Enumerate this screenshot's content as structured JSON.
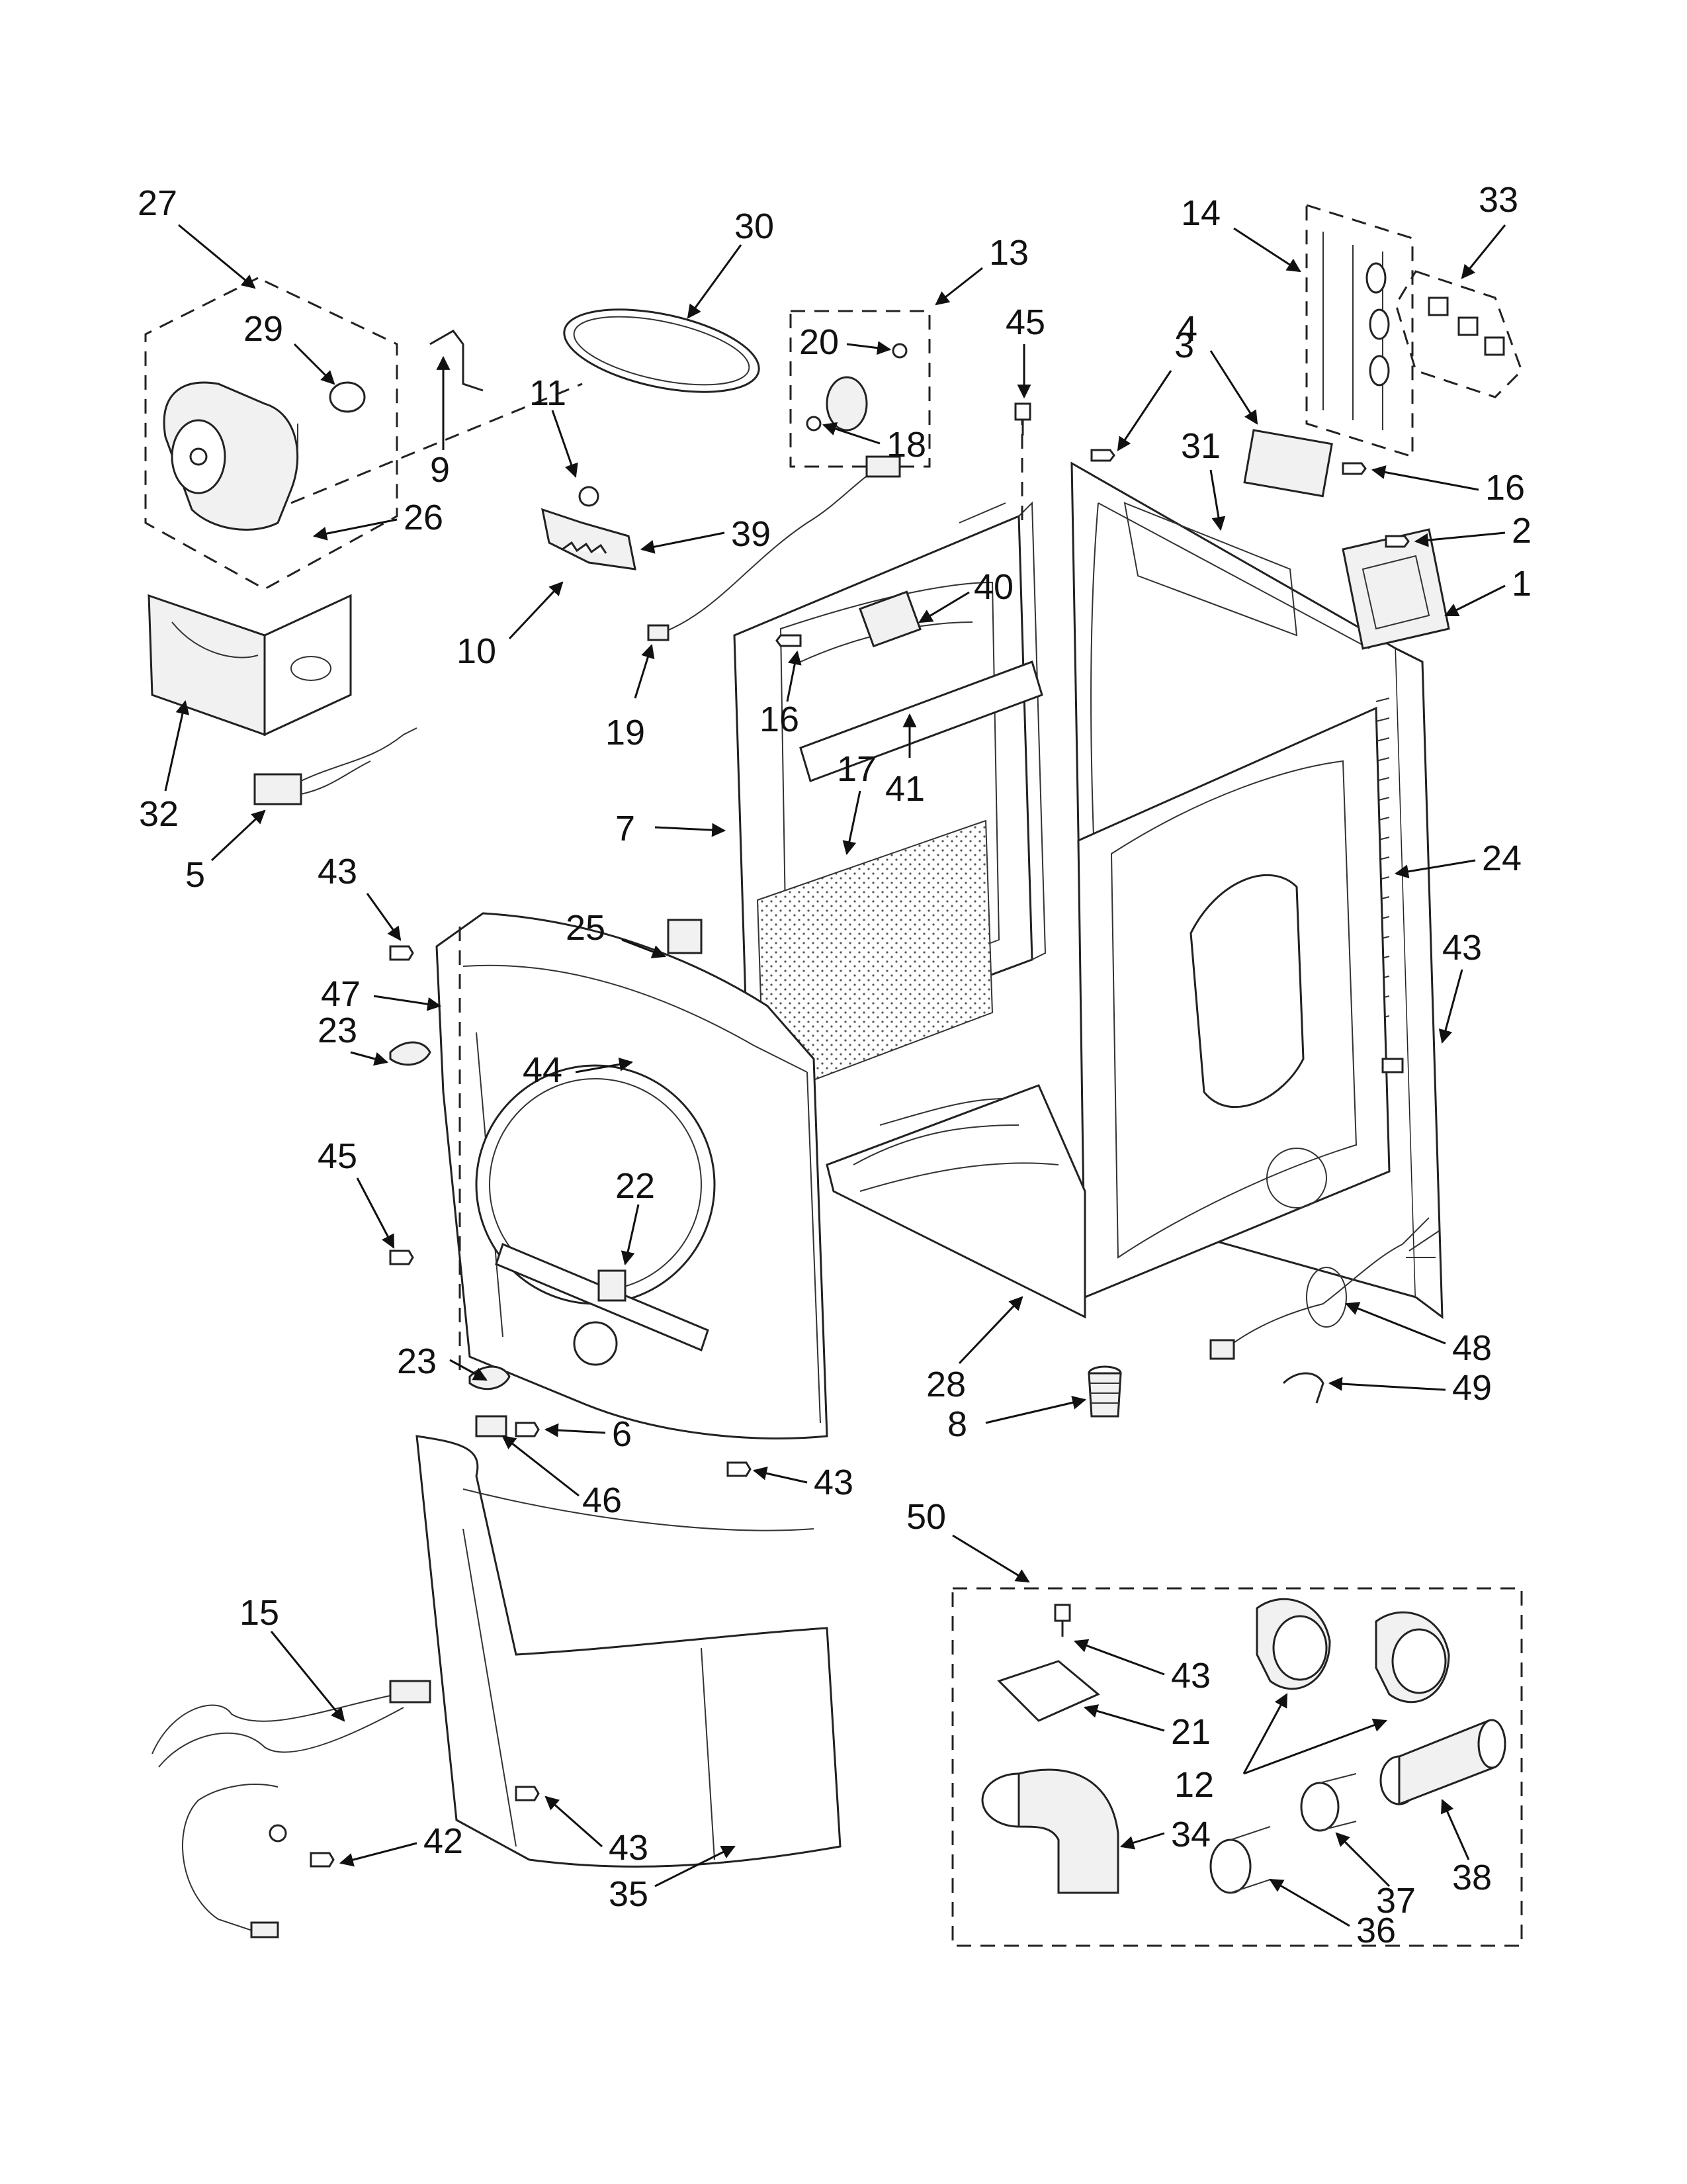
{
  "diagram": {
    "callouts": [
      {
        "id": "c27",
        "label": "27"
      },
      {
        "id": "c29",
        "label": "29"
      },
      {
        "id": "c9",
        "label": "9"
      },
      {
        "id": "c26",
        "label": "26"
      },
      {
        "id": "c32",
        "label": "32"
      },
      {
        "id": "c5",
        "label": "5"
      },
      {
        "id": "c30",
        "label": "30"
      },
      {
        "id": "c11",
        "label": "11"
      },
      {
        "id": "c10",
        "label": "10"
      },
      {
        "id": "c39",
        "label": "39"
      },
      {
        "id": "c13",
        "label": "13"
      },
      {
        "id": "c20",
        "label": "20"
      },
      {
        "id": "c18",
        "label": "18"
      },
      {
        "id": "c19",
        "label": "19"
      },
      {
        "id": "c45a",
        "label": "45"
      },
      {
        "id": "c40",
        "label": "40"
      },
      {
        "id": "c16a",
        "label": "16"
      },
      {
        "id": "c41",
        "label": "41"
      },
      {
        "id": "c17",
        "label": "17"
      },
      {
        "id": "c7",
        "label": "7"
      },
      {
        "id": "c14",
        "label": "14"
      },
      {
        "id": "c33",
        "label": "33"
      },
      {
        "id": "c4",
        "label": "4"
      },
      {
        "id": "c3",
        "label": "3"
      },
      {
        "id": "c31",
        "label": "31"
      },
      {
        "id": "c16b",
        "label": "16"
      },
      {
        "id": "c2",
        "label": "2"
      },
      {
        "id": "c1",
        "label": "1"
      },
      {
        "id": "c24",
        "label": "24"
      },
      {
        "id": "c43a",
        "label": "43"
      },
      {
        "id": "c43b",
        "label": "43"
      },
      {
        "id": "c25",
        "label": "25"
      },
      {
        "id": "c47",
        "label": "47"
      },
      {
        "id": "c23a",
        "label": "23"
      },
      {
        "id": "c44",
        "label": "44"
      },
      {
        "id": "c45b",
        "label": "45"
      },
      {
        "id": "c22",
        "label": "22"
      },
      {
        "id": "c23b",
        "label": "23"
      },
      {
        "id": "c6",
        "label": "6"
      },
      {
        "id": "c46",
        "label": "46"
      },
      {
        "id": "c43c",
        "label": "43"
      },
      {
        "id": "c28",
        "label": "28"
      },
      {
        "id": "c8",
        "label": "8"
      },
      {
        "id": "c48",
        "label": "48"
      },
      {
        "id": "c49",
        "label": "49"
      },
      {
        "id": "c15",
        "label": "15"
      },
      {
        "id": "c42",
        "label": "42"
      },
      {
        "id": "c43d",
        "label": "43"
      },
      {
        "id": "c35",
        "label": "35"
      },
      {
        "id": "c50",
        "label": "50"
      },
      {
        "id": "c43e",
        "label": "43"
      },
      {
        "id": "c21",
        "label": "21"
      },
      {
        "id": "c12",
        "label": "12"
      },
      {
        "id": "c34",
        "label": "34"
      },
      {
        "id": "c38",
        "label": "38"
      },
      {
        "id": "c37",
        "label": "37"
      },
      {
        "id": "c36",
        "label": "36"
      }
    ]
  },
  "colors": {
    "line": "#222222",
    "background": "#ffffff",
    "panel": "#f1f1f1"
  }
}
